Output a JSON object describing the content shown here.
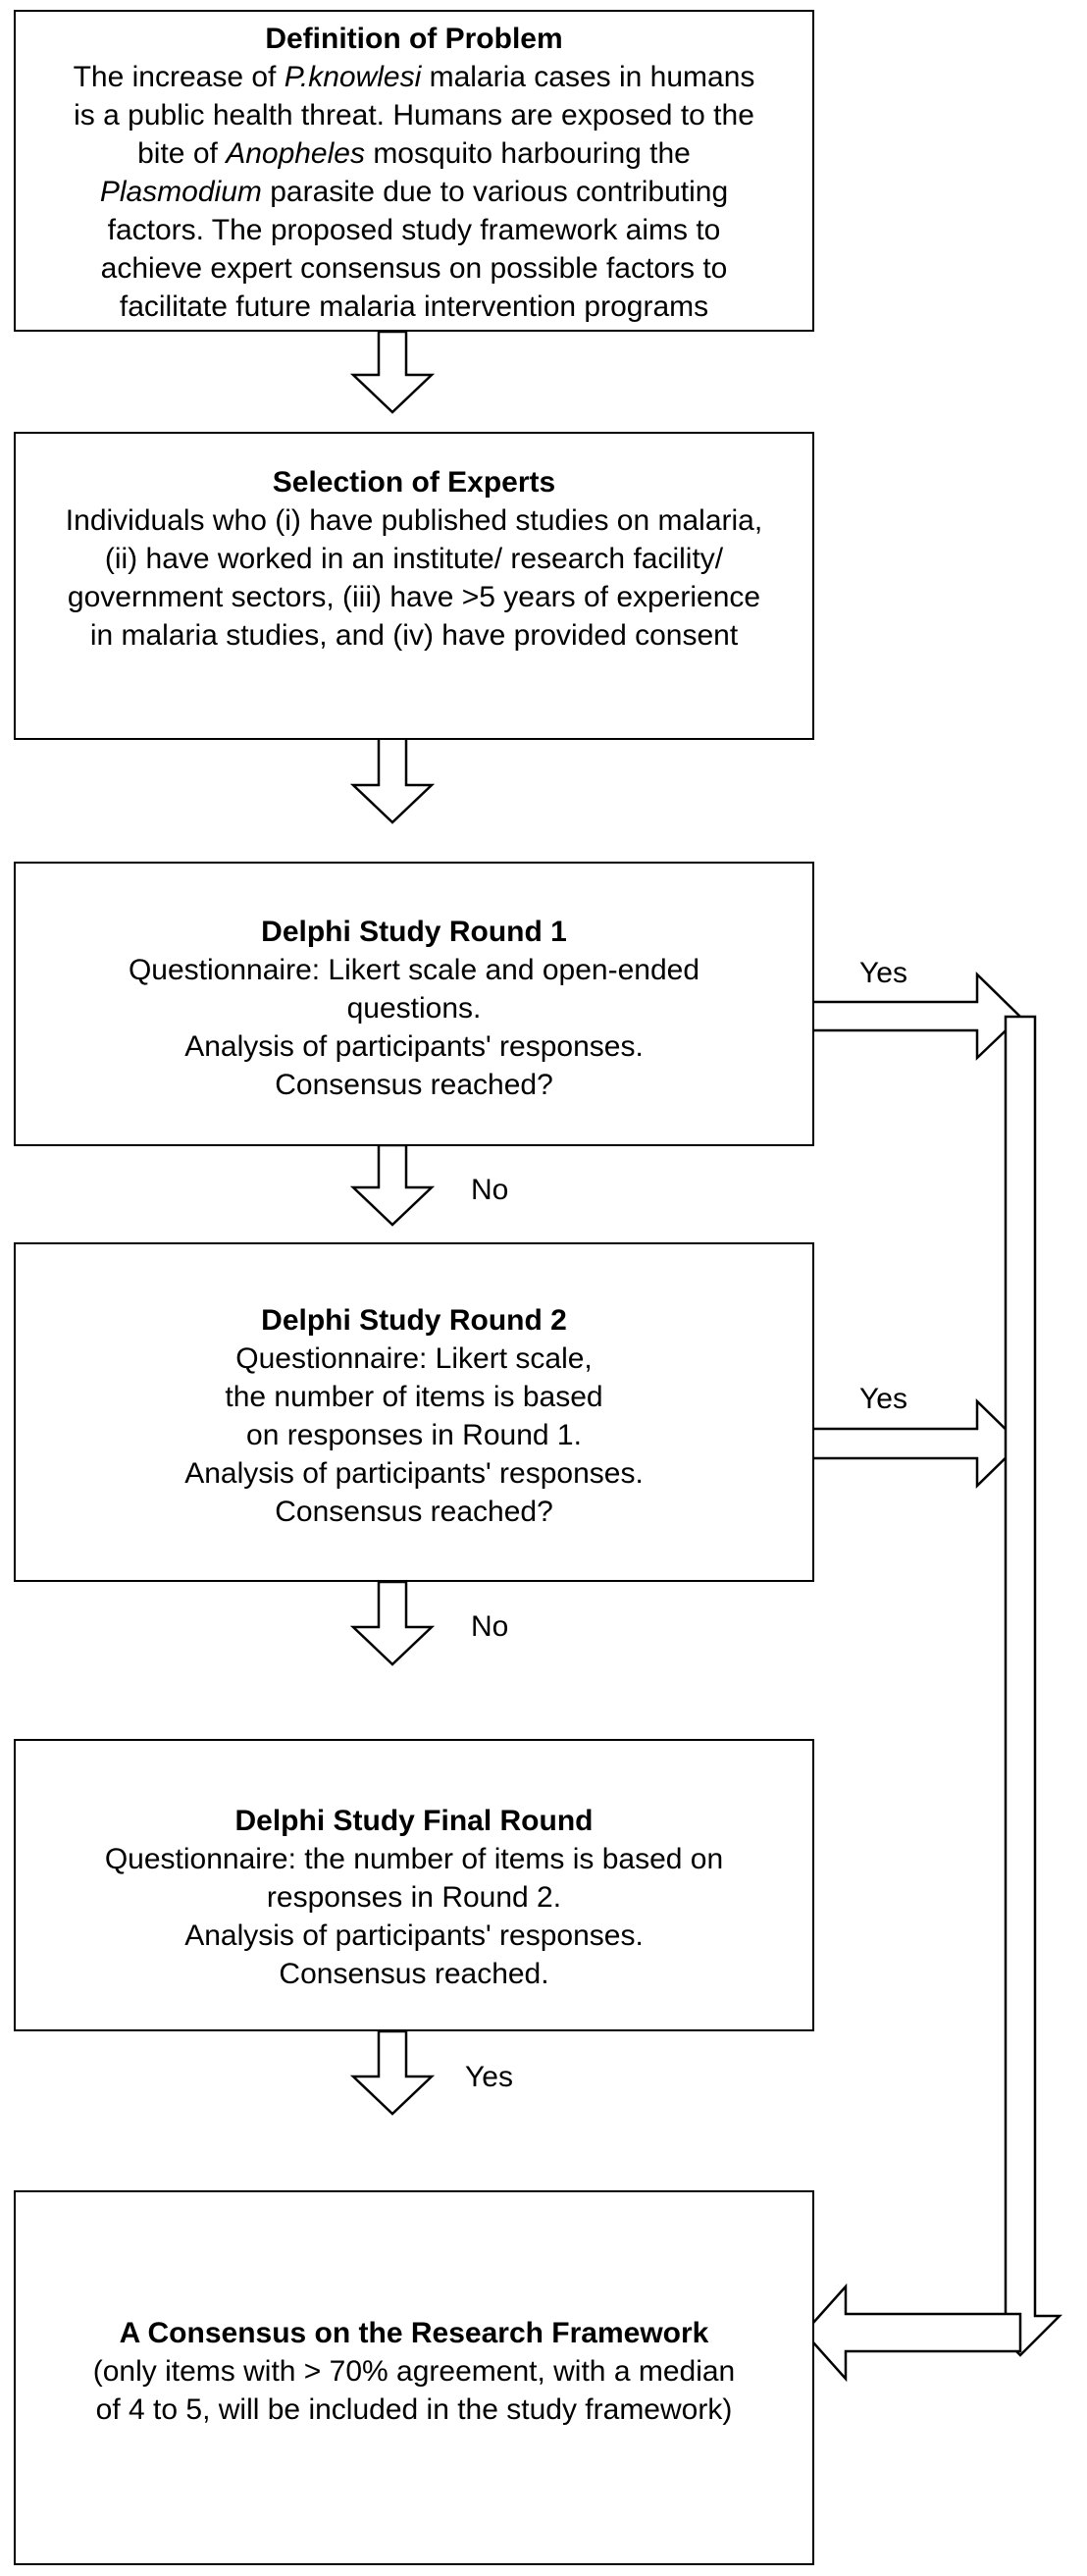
{
  "boxes": {
    "problem": {
      "title": "Definition of Problem",
      "lines": [
        [
          "The increase of ",
          {
            "i": "P.knowlesi"
          },
          " malaria cases in humans"
        ],
        [
          "is a public health threat. Humans are exposed to the"
        ],
        [
          "bite of ",
          {
            "i": "Anopheles"
          },
          " mosquito harbouring the"
        ],
        [
          {
            "i": "Plasmodium"
          },
          " parasite due to various contributing"
        ],
        [
          "factors. The proposed study framework aims to"
        ],
        [
          "achieve expert consensus on possible factors to"
        ],
        [
          "facilitate future malaria intervention programs"
        ]
      ]
    },
    "experts": {
      "title": "Selection of Experts",
      "lines": [
        [
          "Individuals who (i) have published studies on malaria,"
        ],
        [
          "(ii) have worked in an institute/ research facility/"
        ],
        [
          "government sectors, (iii) have >5 years of experience"
        ],
        [
          "in malaria studies, and (iv) have provided consent"
        ]
      ]
    },
    "round1": {
      "title": "Delphi Study Round 1",
      "lines": [
        [
          "Questionnaire: Likert scale and open-ended"
        ],
        [
          "questions."
        ],
        [
          "Analysis of participants' responses."
        ],
        [
          "Consensus reached?"
        ]
      ]
    },
    "round2": {
      "title": "Delphi Study Round 2",
      "lines": [
        [
          "Questionnaire: Likert scale,"
        ],
        [
          "the number of items is based"
        ],
        [
          "on responses in Round 1."
        ],
        [
          "Analysis of participants' responses."
        ],
        [
          "Consensus reached?"
        ]
      ]
    },
    "final": {
      "title": "Delphi Study Final Round",
      "lines": [
        [
          "Questionnaire: the number of items is based on"
        ],
        [
          "responses in Round 2."
        ],
        [
          "Analysis of participants' responses."
        ],
        [
          "Consensus reached."
        ]
      ]
    },
    "consensus": {
      "title": "A Consensus on the Research Framework",
      "lines": [
        [
          "(only items with > 70% agreement, with a median"
        ],
        [
          "of 4 to 5, will be included in the study framework)"
        ]
      ]
    }
  },
  "labels": {
    "yes_round1": "Yes",
    "no_round1": "No",
    "yes_round2": "Yes",
    "no_round2": "No",
    "yes_final": "Yes"
  }
}
